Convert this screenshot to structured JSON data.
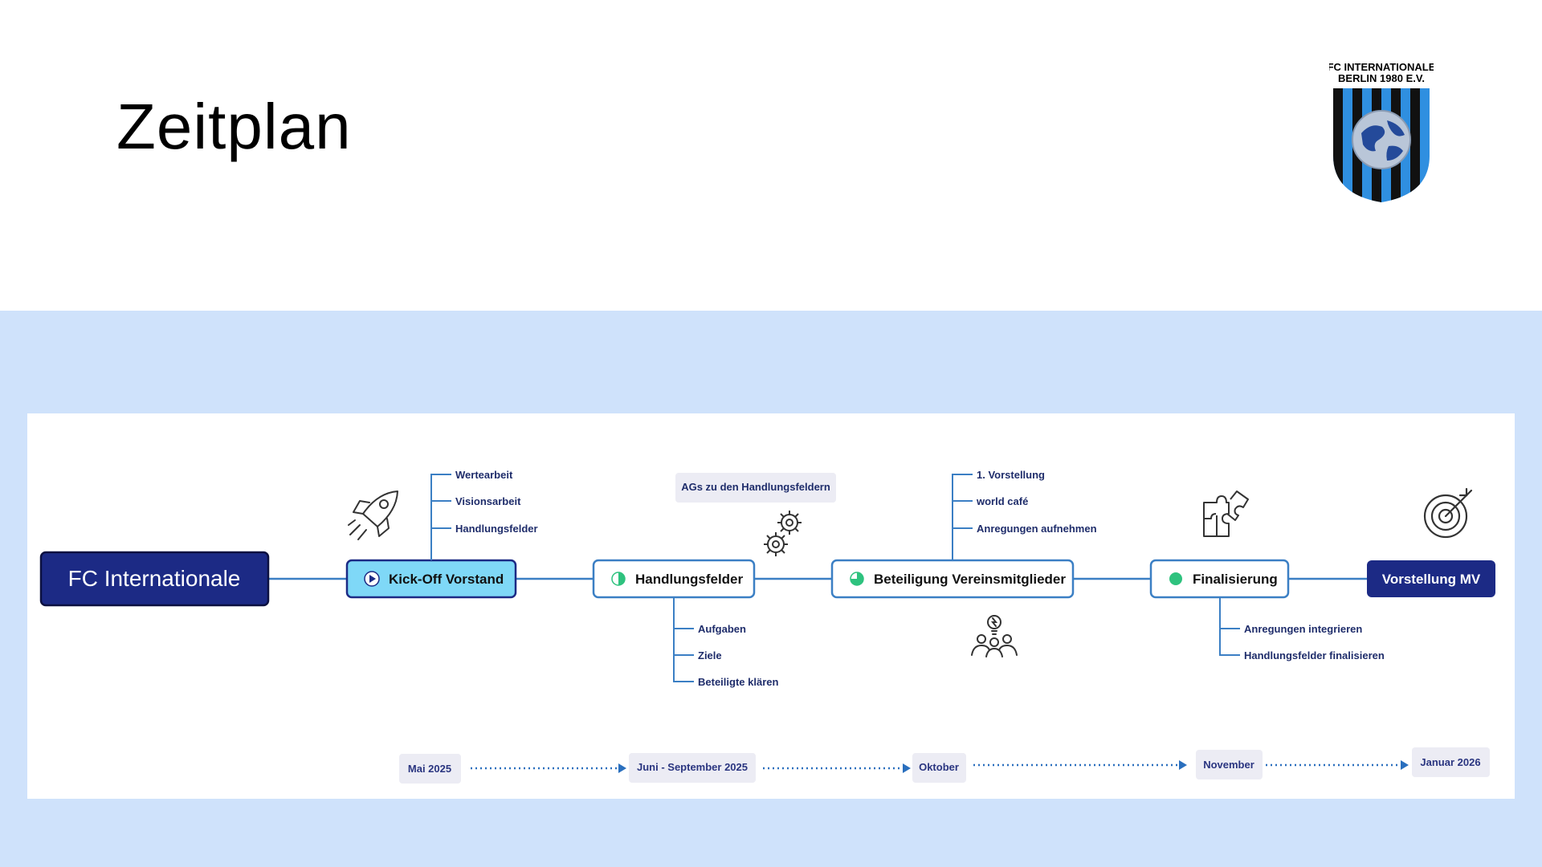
{
  "slide": {
    "title": "Zeitplan",
    "logo": {
      "line1": "FC INTERNATIONALE",
      "line2": "BERLIN 1980 E.V."
    }
  },
  "diagram": {
    "root": "FC Internationale",
    "nodes": [
      {
        "label": "Kick-Off Vorstand",
        "icon": "play-circle-icon"
      },
      {
        "label": "Handlungsfelder",
        "icon": "half-circle-icon"
      },
      {
        "label": "Beteiligung Vereinsmitglieder",
        "icon": "three-quarter-circle-icon"
      },
      {
        "label": "Finalisierung",
        "icon": "full-circle-icon"
      },
      {
        "label": "Vorstellung MV",
        "icon": ""
      }
    ],
    "kickoff_items": [
      "Wertearbeit",
      "Visionsarbeit",
      "Handlungsfelder"
    ],
    "handlungsfelder_items": [
      "Aufgaben",
      "Ziele",
      "Beteiligte klären"
    ],
    "handlungsfelder_note": "AGs zu den Handlungsfeldern",
    "beteiligung_items": [
      "1. Vorstellung",
      "world café",
      "Anregungen aufnehmen"
    ],
    "finalisierung_items": [
      "Anregungen integrieren",
      "Handlungsfelder finalisieren"
    ],
    "icons": [
      "rocket-icon",
      "gears-icon",
      "people-idea-icon",
      "puzzle-icon",
      "target-icon"
    ]
  },
  "timeline": [
    "Mai 2025",
    "Juni - September 2025",
    "Oktober",
    "November",
    "Januar 2026"
  ],
  "colors": {
    "band": "#cfe2fb",
    "navy": "#1c2a85",
    "line": "#3b7fc4",
    "kickoff_fill": "#7fd8f7",
    "progress_green": "#2ec27e",
    "chip": "#ececf4"
  }
}
